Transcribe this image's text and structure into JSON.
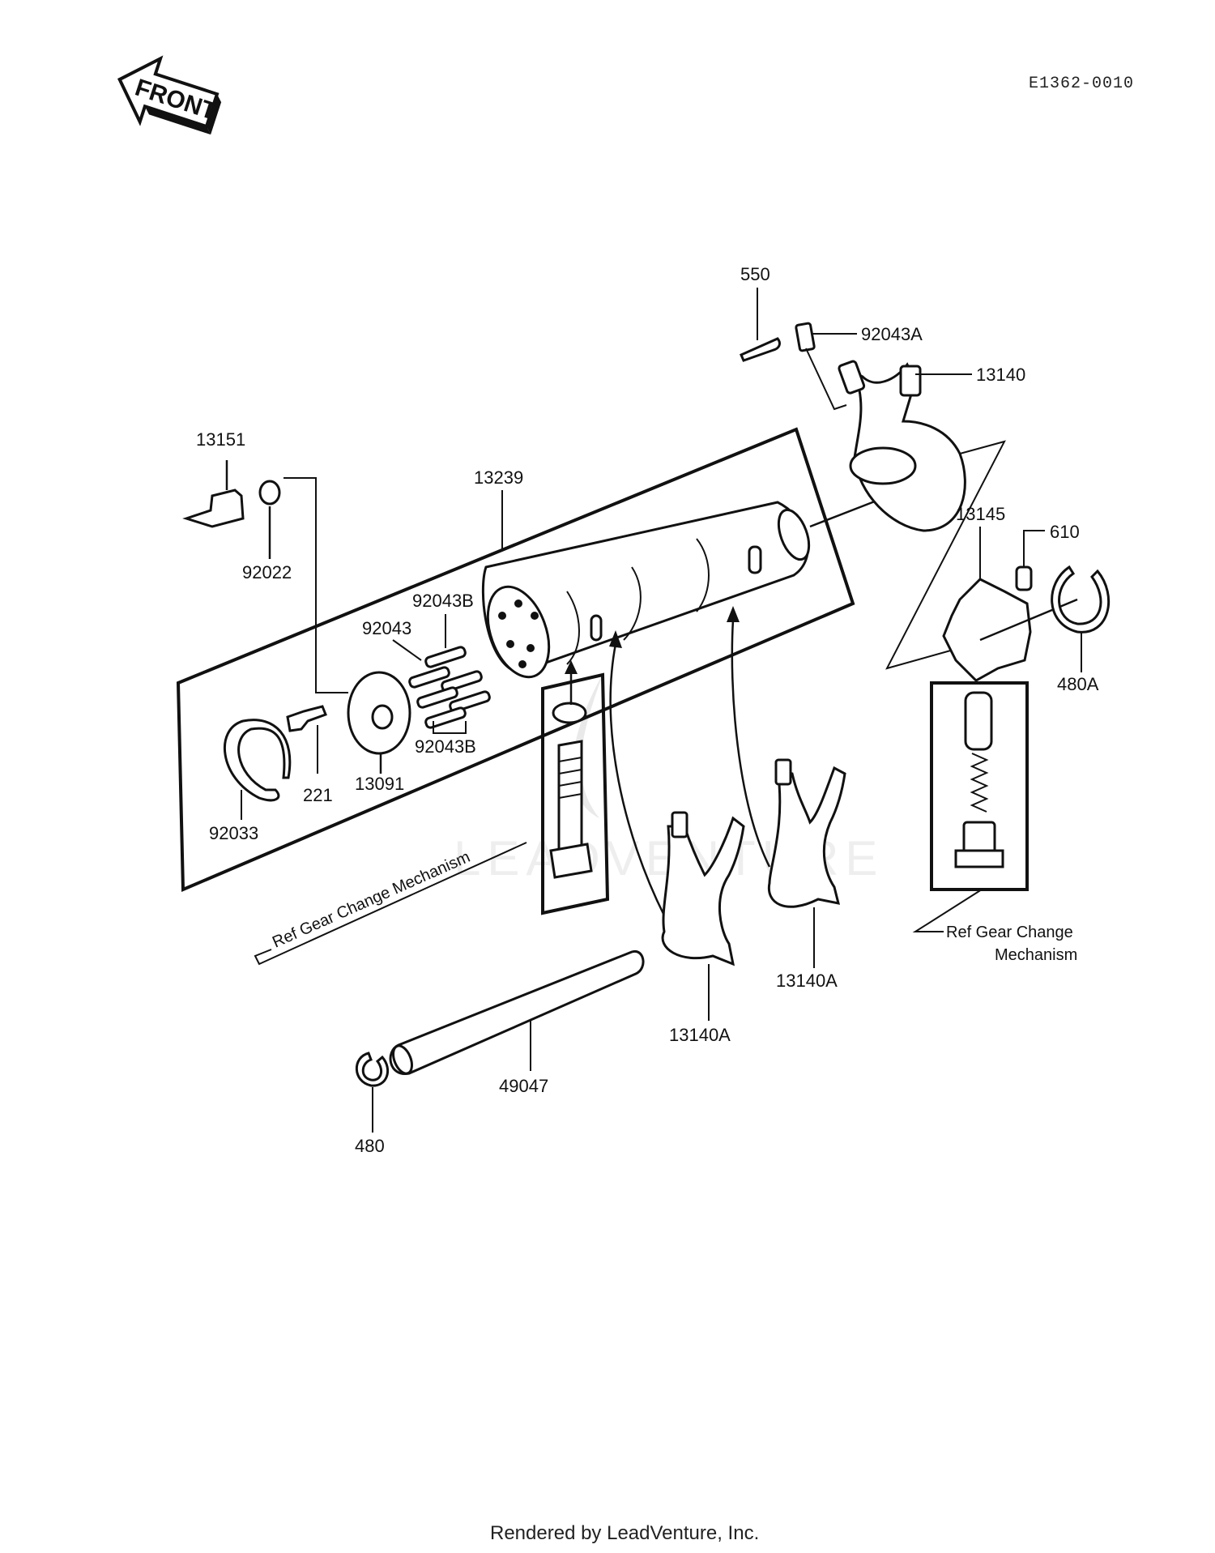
{
  "diagram_code": "E1362-0010",
  "front_label": "FRONT",
  "watermark_text": "LEADVENTURE",
  "ref_left": "Ref  Gear Change  Mechanism",
  "ref_right_line1": "Ref  Gear Change",
  "ref_right_line2": "Mechanism",
  "footer": "Rendered by LeadVenture, Inc.",
  "parts": {
    "p550": "550",
    "p92043A": "92043A",
    "p13140": "13140",
    "p13151": "13151",
    "p13239": "13239",
    "p92022": "92022",
    "p13145": "13145",
    "p610": "610",
    "p92043B_top": "92043B",
    "p92043": "92043",
    "p480A": "480A",
    "p92043B_bottom": "92043B",
    "p221": "221",
    "p13091": "13091",
    "p92033": "92033",
    "p13140A_right": "13140A",
    "p13140A_left": "13140A",
    "p49047": "49047",
    "p480": "480"
  }
}
